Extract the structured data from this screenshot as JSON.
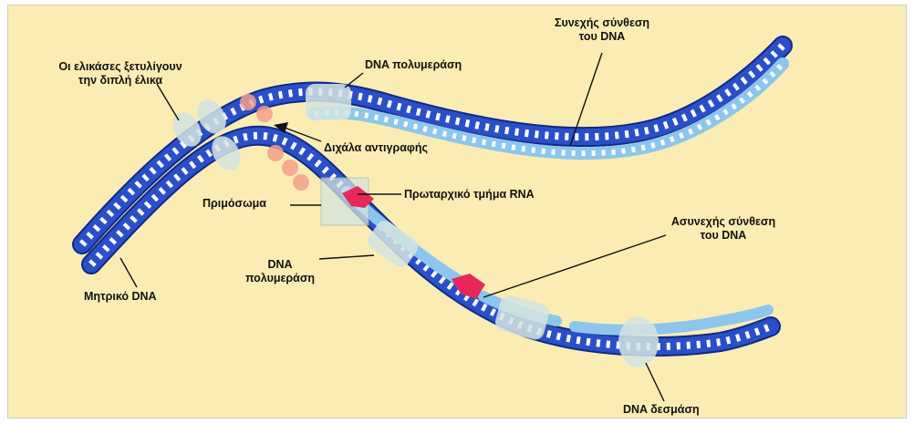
{
  "labels": {
    "helicases": [
      "Οι ελικάσες ξετυλίγουν",
      "την διπλή έλικα"
    ],
    "dna_polymerase_top": "DNA πολυμεράση",
    "continuous": [
      "Συνεχής σύνθεση",
      "του DNA"
    ],
    "fork": "Διχάλα αντιγραφής",
    "primosome": "Πριμόσωμα",
    "rna_primer": "Πρωταρχικό τμήμα RNA",
    "discontinuous": [
      "Ασυνεχής σύνθεση",
      "του DNA"
    ],
    "dna_polymerase_lower": [
      "DNA",
      "πολυμεράση"
    ],
    "parental_dna": "Μητρικό DNA",
    "ligase": "DNA δεσμάση"
  },
  "colors": {
    "background": "#fbecb4",
    "parental_strand": "#2a4fc8",
    "parental_strand_dark": "#0f2a86",
    "new_strand": "#8cc6ec",
    "rungs": "#ffffff",
    "helicase": "#d4e4e0",
    "primase_beads": "#f2a08c",
    "rna_primer": "#e8285a",
    "arrow": "#111111"
  }
}
